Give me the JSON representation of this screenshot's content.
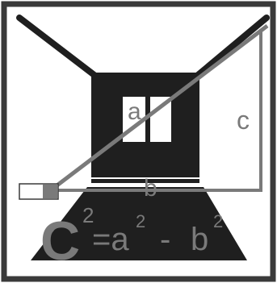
{
  "labels": {
    "a": "a",
    "b": "b",
    "c": "c"
  },
  "formula": {
    "lhs": "C",
    "lhs_exp": "2",
    "equals_a": "=a",
    "a_exp": "2",
    "minus": "-",
    "b": "b",
    "b_exp": "2"
  },
  "colors": {
    "frame": "#3a3a3a",
    "ink": "#1f1f1f",
    "gray": "#7a7a7a",
    "white": "#ffffff"
  }
}
